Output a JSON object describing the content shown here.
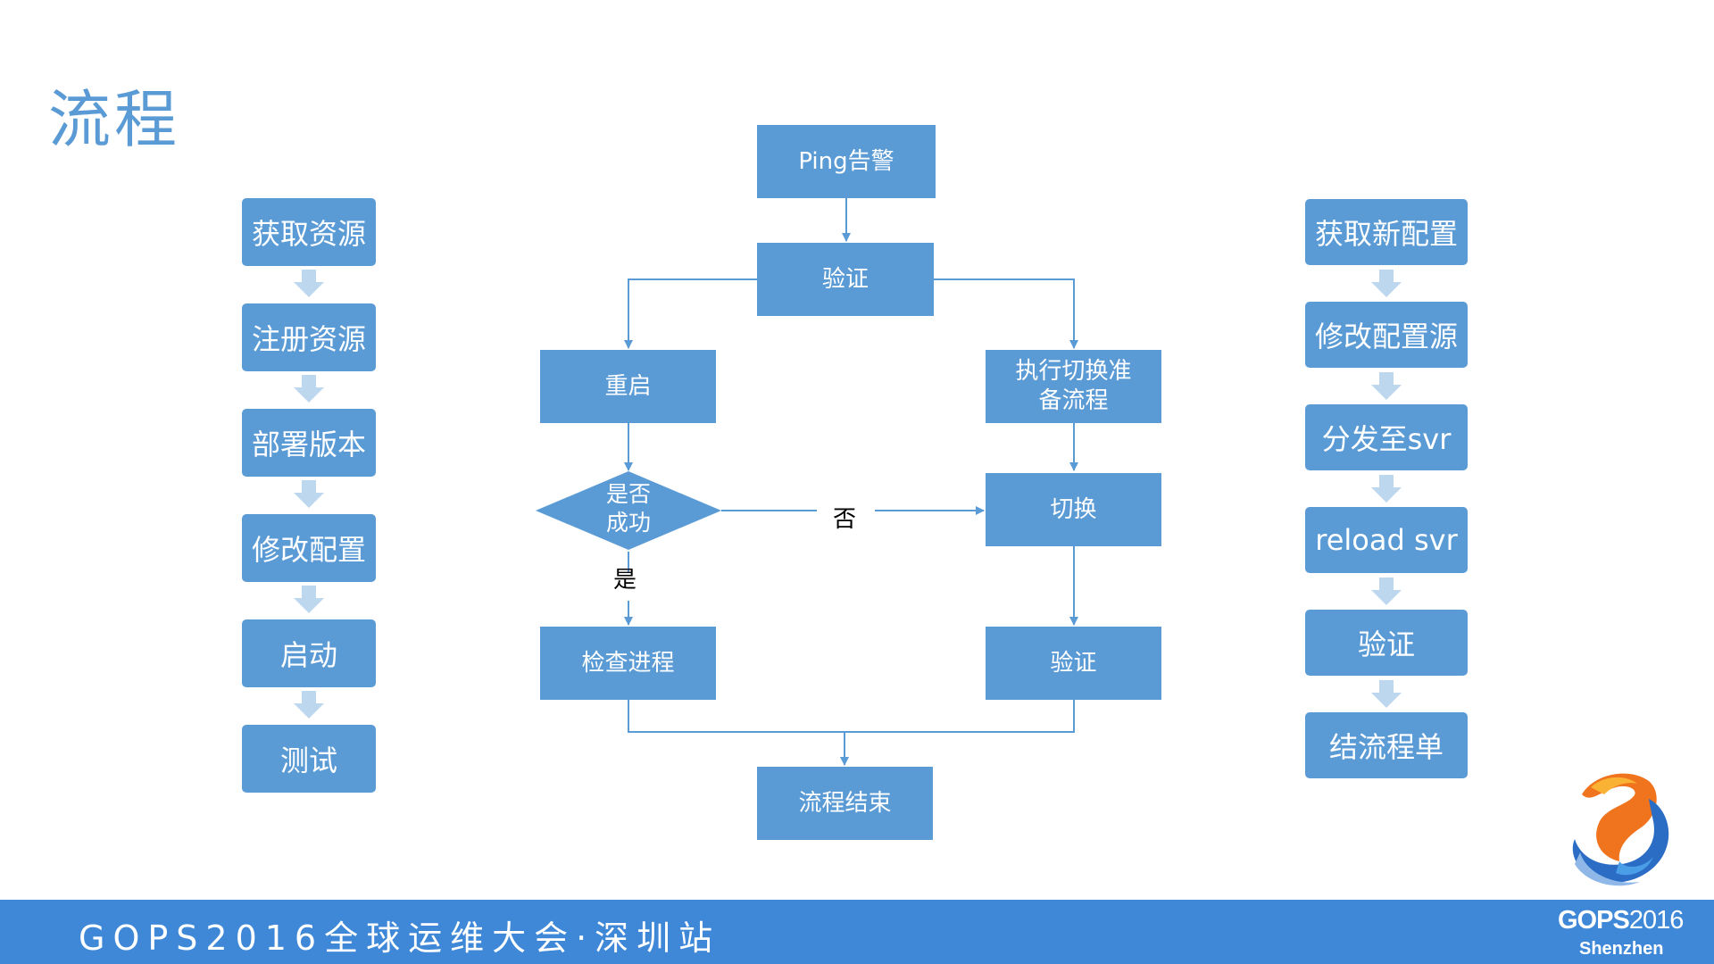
{
  "page": {
    "title": "流程"
  },
  "left_steps": [
    "获取资源",
    "注册资源",
    "部署版本",
    "修改配置",
    "启动",
    "测试"
  ],
  "right_steps": [
    "获取新配置",
    "修改配置源",
    "分发至svr",
    "reload svr",
    "验证",
    "结流程单"
  ],
  "flowchart": {
    "ping_alert": "Ping告警",
    "verify_top": "验证",
    "restart": "重启",
    "prepare_line1": "执行切换准",
    "prepare_line2": "备流程",
    "decision_line1": "是否",
    "decision_line2": "成功",
    "yes_label": "是",
    "no_label": "否",
    "check_process": "检查进程",
    "switch": "切换",
    "verify_bottom": "验证",
    "end": "流程结束"
  },
  "footer": {
    "text": "GOPS2016全球运维大会·深圳站",
    "logo_gops": "GOPS",
    "logo_year": "2016",
    "logo_city": "Shenzhen"
  },
  "colors": {
    "box": "#5b9bd5",
    "connector": "#5b9bd5",
    "step_arrow": "#bdd7ee",
    "footer_bar": "#3f88d8"
  }
}
